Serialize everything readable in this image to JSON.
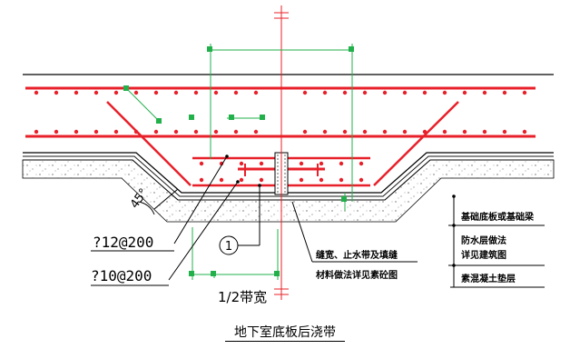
{
  "labels": {
    "rebar_top": "?12@200",
    "rebar_bottom": "?10@200",
    "angle": "45°",
    "detail_marker": "1",
    "half_width": "1/2带宽",
    "note_line1": "缝宽、止水带及填缝",
    "note_line2": "材料做法详见素砼图",
    "legend_1": "基础底板或基础梁",
    "legend_2a": "防水层做法",
    "legend_2b": "详见建筑图",
    "legend_3": "素混凝土垫层"
  },
  "caption": "地下室底板后浇带",
  "colors": {
    "rebar": "#e8202a",
    "dimension": "#22b04b",
    "outline": "#000000",
    "waterproof": "#1a1a1a"
  }
}
